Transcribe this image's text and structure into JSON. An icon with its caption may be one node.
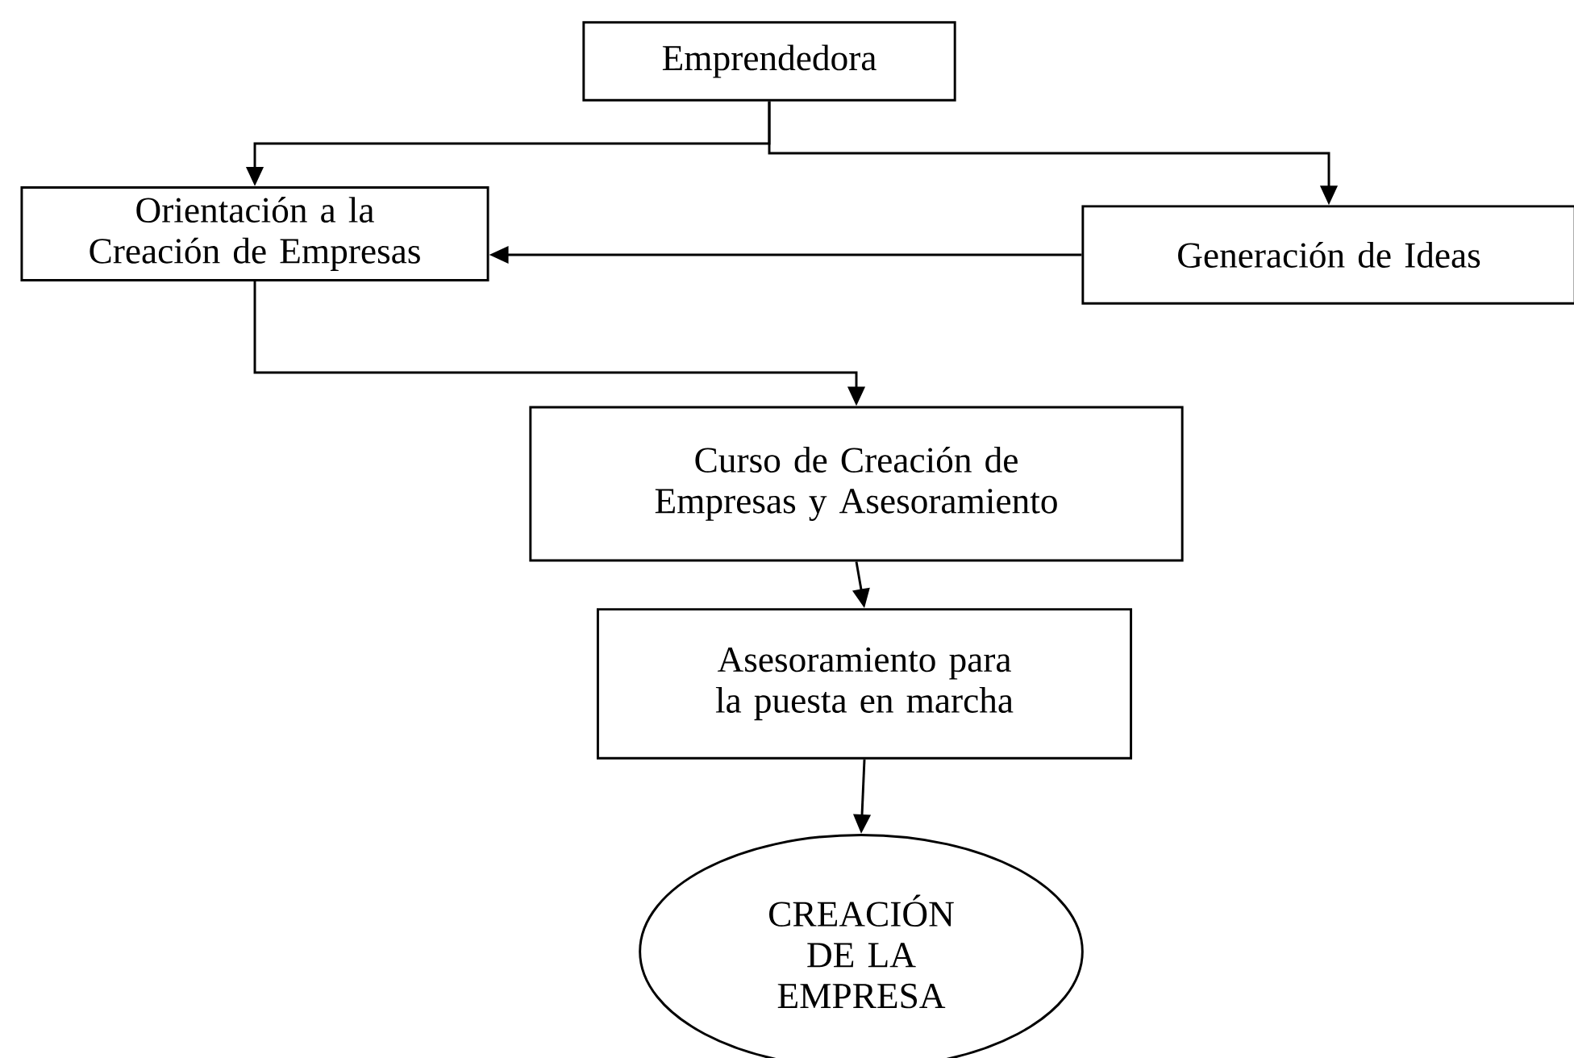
{
  "diagram": {
    "nodes": [
      {
        "text": [
          "Emprendedora"
        ]
      },
      {
        "text": [
          "Orientación a la Creación de Empresas"
        ]
      },
      {
        "text": [
          "Generación de Ideas"
        ]
      },
      {
        "text": [
          "Curso de Creación de Empresas y Asesoramiento"
        ]
      },
      {
        "text": [
          "Asesoramiento para la puesta en marcha"
        ]
      },
      {
        "text": [
          "CREACIÓN DE LA EMPRESA"
        ]
      }
    ],
    "edges": [
      {
        "from": 0,
        "to": 1,
        "arrow": "to"
      },
      {
        "from": 0,
        "to": 2,
        "arrow": "to"
      },
      {
        "from": 2,
        "to": 1,
        "arrow": "to"
      },
      {
        "from": 1,
        "to": 3,
        "arrow": "to"
      },
      {
        "from": 3,
        "to": 4,
        "arrow": "to"
      },
      {
        "from": 4,
        "to": 5,
        "arrow": "to"
      }
    ]
  }
}
